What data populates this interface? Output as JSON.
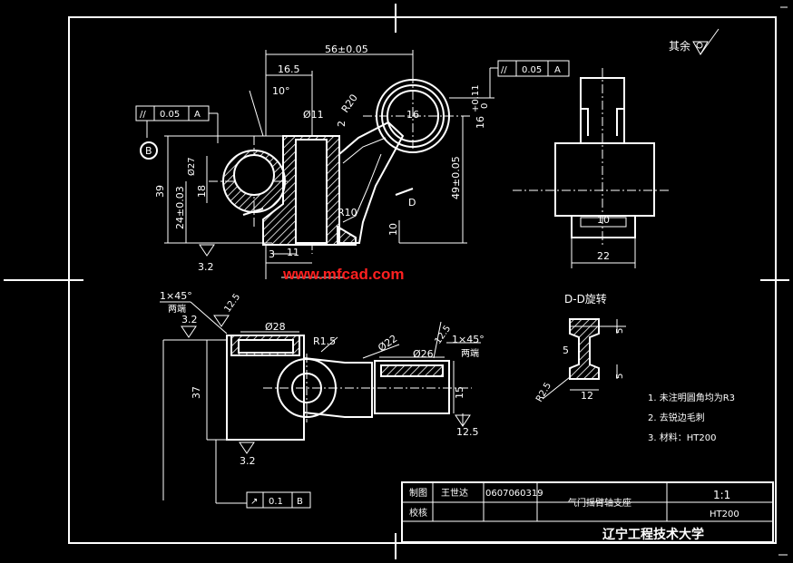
{
  "watermark": "www.mfcad.com",
  "roughness_note": {
    "label": "其余"
  },
  "dimensions": {
    "d56": "56±0.05",
    "d16_5": "16.5",
    "ang10": "10°",
    "r20": "R20",
    "d11": "Ø11",
    "d2": "2",
    "d16": "16",
    "d16tol": "16",
    "tol_p": "+0.11",
    "tol_0": "0",
    "d18": "18",
    "d27": "Ø27",
    "d39": "39",
    "d24": "24±0.03",
    "d49": "49±0.05",
    "r10": "R10",
    "d10": "10",
    "d11b": "11",
    "d3": "3",
    "d22": "22",
    "d10b": "10",
    "d28": "Ø28",
    "r1_5": "R1.5",
    "d22b": "Ø22",
    "d26": "Ø26",
    "d37": "37",
    "d15": "15",
    "d12": "12",
    "d5a": "5",
    "d5b": "5",
    "d5c": "5",
    "r2_5": "R2.5",
    "chamfer1": "1×45°",
    "chamfer1_sub": "两端",
    "chamfer2": "1×45°",
    "chamfer2_sub": "两端",
    "ra12_5a": "12.5",
    "ra12_5b": "12.5",
    "ra12_5c": "12.5",
    "ra3_2a": "3.2",
    "ra3_2b": "3.2",
    "ra3_2c": "3.2"
  },
  "tolerance_frames": [
    {
      "symbol": "//",
      "value": "0.05",
      "datum": "A"
    },
    {
      "symbol": "//",
      "value": "0.05",
      "datum": "A"
    },
    {
      "symbol": "↗",
      "value": "0.1",
      "datum": "B"
    }
  ],
  "datum_b": "B",
  "section_arrow": "D",
  "section_title": "D-D旋转",
  "notes": [
    "1. 未注明圆角均为R3",
    "2. 去锐边毛刺",
    "3. 材料：HT200"
  ],
  "title_block": {
    "drawn_label": "制图",
    "drawn_name": "王世达",
    "student_no": "0607060319",
    "check_label": "校核",
    "part_name": "气门摇臂轴支座",
    "scale": "1:1",
    "material": "HT200",
    "school": "辽宁工程技术大学"
  }
}
